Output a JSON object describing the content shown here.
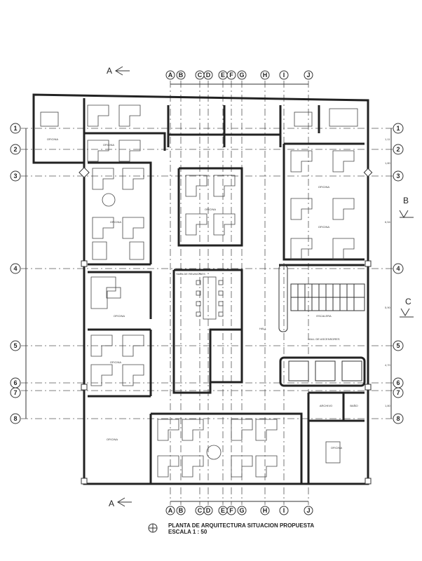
{
  "title": "PLANTA DE ARQUITECTURA SITUACION PROPUESTA",
  "scale": "ESCALA 1 : 50",
  "column_axes": [
    "A",
    "B",
    "C",
    "D",
    "E",
    "F",
    "G",
    "H",
    "I",
    "J"
  ],
  "row_axes": [
    "1",
    "2",
    "3",
    "4",
    "5",
    "6",
    "7",
    "8"
  ],
  "section_marks": {
    "a_top": "A",
    "a_bottom": "A",
    "b": "B",
    "c": "C"
  },
  "row_dims": [
    "1,11",
    "1,80",
    "6,54",
    "5,90",
    "4,70",
    "1,80"
  ],
  "rooms": {
    "oficina": "OFICINA",
    "sala_reuniones": "SALA DE REUNIONES",
    "escalera": "ESCALERA",
    "hall_ascensores": "HALL DE ASCENSORES",
    "hall": "HALL",
    "archivo": "ARCHIVO",
    "bano": "BAÑO"
  }
}
